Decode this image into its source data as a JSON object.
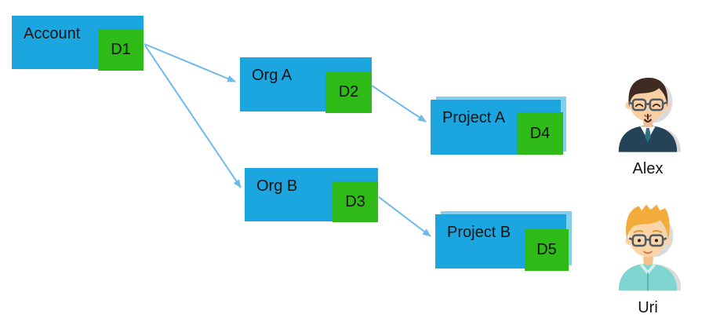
{
  "diagram": {
    "type": "hierarchy-diagram",
    "background": "#ffffff",
    "colors": {
      "node_fill": "#1BA6E0",
      "badge_fill": "#2EBA17",
      "arrow": "#6FB9E9",
      "text": "#141414"
    },
    "nodes": [
      {
        "id": "account",
        "label": "Account",
        "badge": "D1"
      },
      {
        "id": "org-a",
        "label": "Org A",
        "badge": "D2"
      },
      {
        "id": "org-b",
        "label": "Org B",
        "badge": "D3"
      },
      {
        "id": "project-a",
        "label": "Project A",
        "badge": "D4"
      },
      {
        "id": "project-b",
        "label": "Project B",
        "badge": "D5"
      }
    ],
    "edges": [
      {
        "from": "D1",
        "to": "Org A"
      },
      {
        "from": "D1",
        "to": "Org B"
      },
      {
        "from": "D2",
        "to": "Project A"
      },
      {
        "from": "D3",
        "to": "Project B"
      }
    ],
    "users": [
      {
        "name": "Alex",
        "avatar": "man-dark-hair-glasses-avatar"
      },
      {
        "name": "Uri",
        "avatar": "man-blonde-hair-glasses-avatar"
      }
    ]
  }
}
